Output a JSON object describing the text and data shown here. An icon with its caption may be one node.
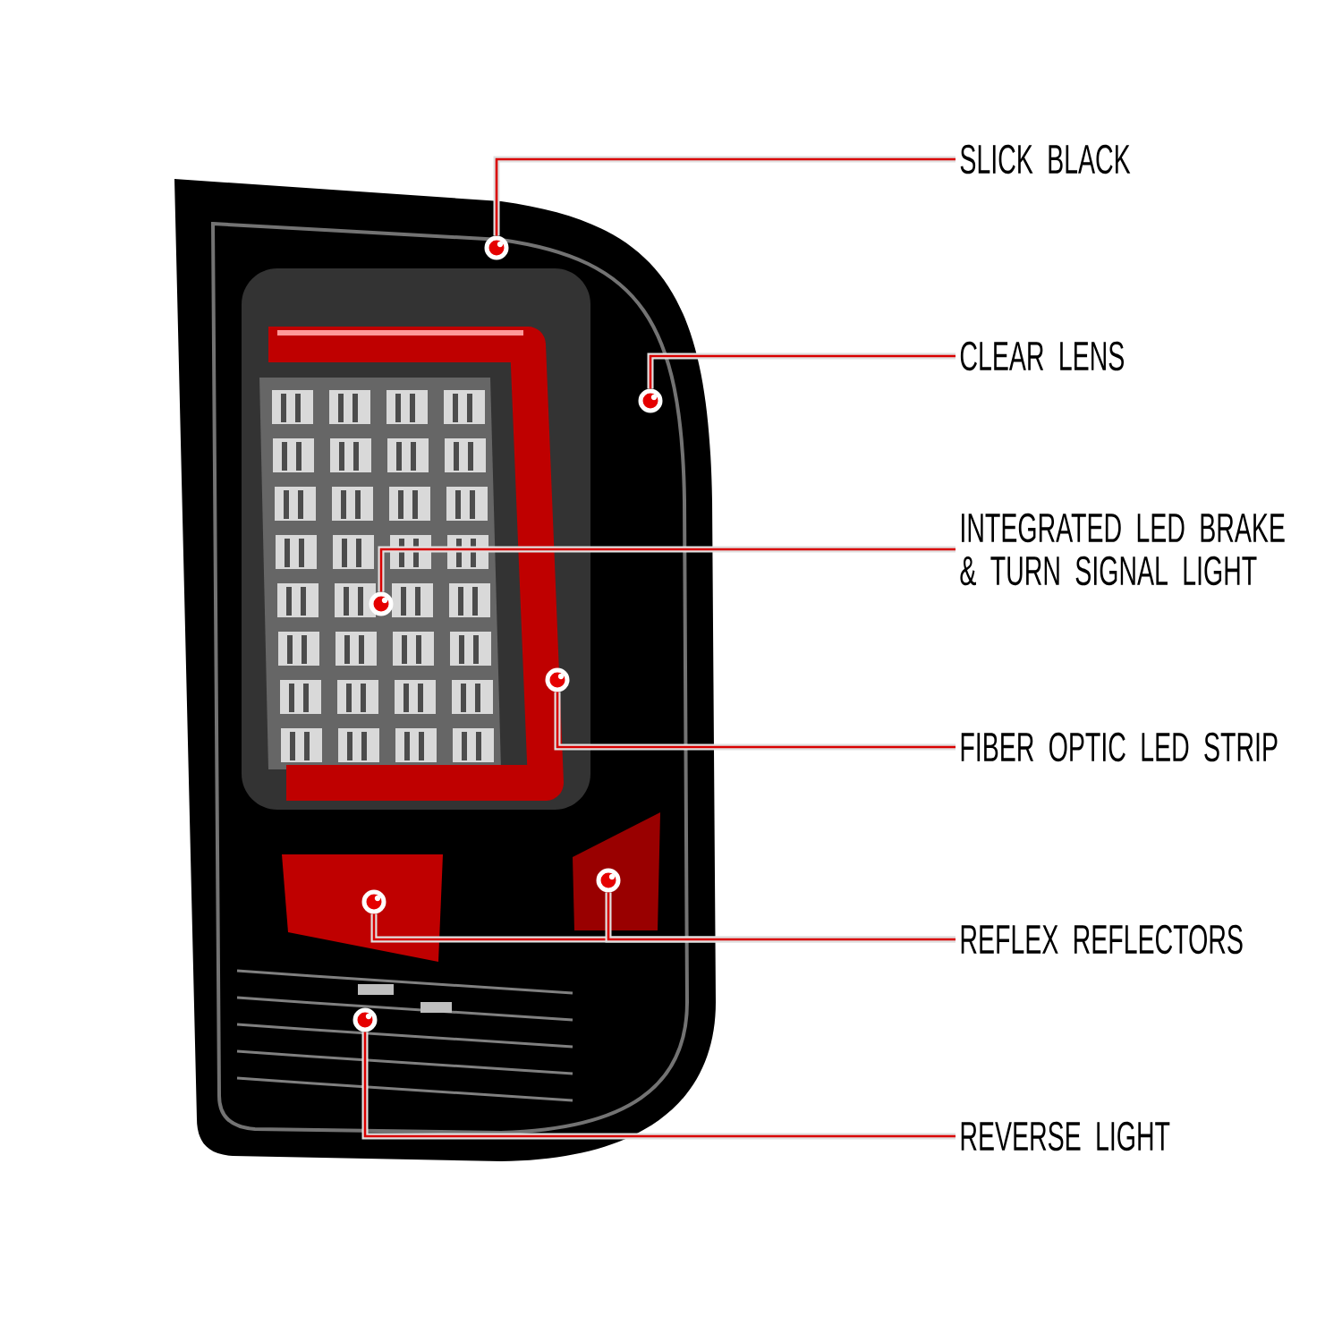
{
  "diagram": {
    "nodes": [
      {
        "text": [
          "SLICK BLACK"
        ]
      },
      {
        "text": [
          "CLEAR LENS"
        ]
      },
      {
        "text": [
          "INTEGRATED LED BRAKE & TURN SIGNAL LIGHT"
        ]
      },
      {
        "text": [
          "FIBER OPTIC LED STRIP"
        ]
      },
      {
        "text": [
          "REFLEX REFLECTORS"
        ]
      },
      {
        "text": [
          "REVERSE LIGHT"
        ]
      },
      {
        "text": [],
        "shape": "circle"
      },
      {
        "text": [],
        "shape": "circle"
      },
      {
        "text": [],
        "shape": "circle"
      },
      {
        "text": [],
        "shape": "circle"
      },
      {
        "text": [],
        "shape": "circle"
      },
      {
        "text": [],
        "shape": "circle"
      },
      {
        "text": [],
        "shape": "circle"
      }
    ],
    "edges": [
      {
        "from": 0,
        "to": 6,
        "arrow": "none"
      },
      {
        "from": 1,
        "to": 7,
        "arrow": "none"
      },
      {
        "from": 2,
        "to": 8,
        "arrow": "none"
      },
      {
        "from": 3,
        "to": 9,
        "arrow": "none"
      },
      {
        "from": 4,
        "to": 10,
        "arrow": "none"
      },
      {
        "from": 4,
        "to": 11,
        "arrow": "none"
      },
      {
        "from": 5,
        "to": 12,
        "arrow": "none"
      }
    ]
  }
}
